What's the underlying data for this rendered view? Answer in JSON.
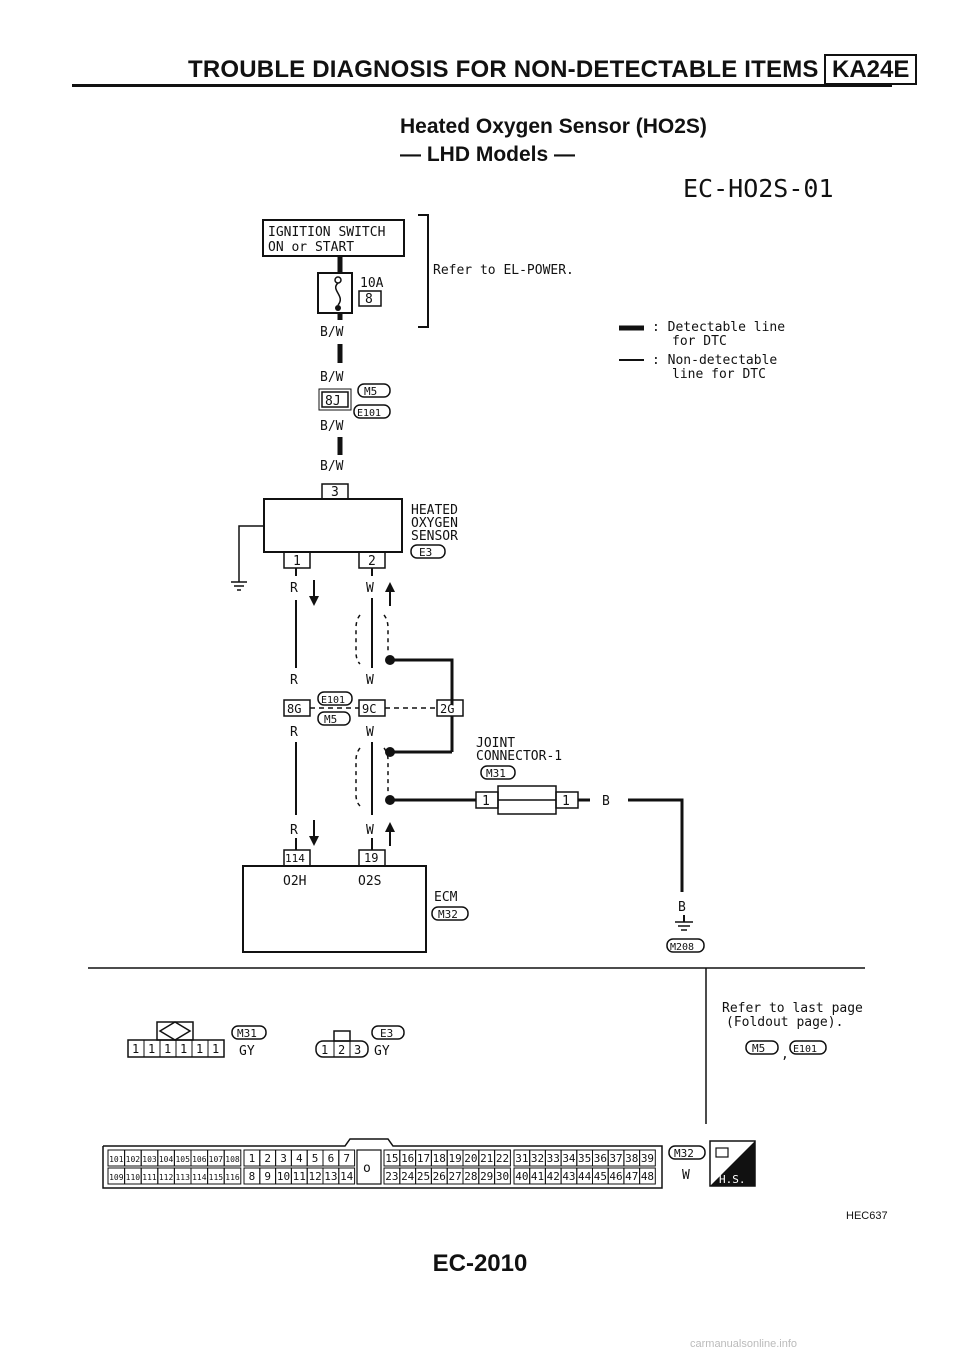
{
  "header": {
    "title": "TROUBLE DIAGNOSIS FOR NON-DETECTABLE ITEMS",
    "model": "KA24E"
  },
  "diagram_title": {
    "line1": "Heated Oxygen Sensor (HO2S)",
    "line2": "— LHD Models —"
  },
  "diagram_code": "EC-HO2S-01",
  "ignition": {
    "line1": "IGNITION SWITCH",
    "line2": "ON or START",
    "fuse_amp": "10A",
    "fuse_no": "8",
    "refer": "Refer to EL-POWER."
  },
  "legend": {
    "detectable_1": ": Detectable line",
    "detectable_2": "for DTC",
    "non_detectable_1": ": Non-detectable",
    "non_detectable_2": "line for DTC"
  },
  "wires": {
    "bw": "B/W",
    "r": "R",
    "w": "W",
    "b": "B"
  },
  "connectors": {
    "m5": "M5",
    "e101": "E101",
    "e3": "E3",
    "m31": "M31",
    "m32": "M32",
    "m208": "M208",
    "pin_8j": "8J",
    "pin_3": "3",
    "pin_1": "1",
    "pin_2": "2",
    "pin_8g": "8G",
    "pin_9c": "9C",
    "pin_2g": "2G",
    "pin_114": "114",
    "pin_19": "19",
    "joint_pin_1": "1",
    "joint_pin_2": "1"
  },
  "sensor": {
    "line1": "HEATED",
    "line2": "OXYGEN",
    "line3": "SENSOR"
  },
  "joint": {
    "line1": "JOINT",
    "line2": "CONNECTOR-1"
  },
  "ecm": {
    "label": "ECM",
    "o2h": "O2H",
    "o2s": "O2S"
  },
  "bottom": {
    "m31_pins": [
      "1",
      "1",
      "1",
      "1",
      "1",
      "1"
    ],
    "m31_color": "GY",
    "e3_pins": [
      "1",
      "2",
      "3"
    ],
    "e3_color": "GY",
    "refer_1": "Refer to last page",
    "refer_2": "(Foldout page).",
    "comma": ",",
    "ecm_top": [
      "101",
      "102",
      "103",
      "104",
      "105",
      "106",
      "107",
      "108",
      "1",
      "2",
      "3",
      "4",
      "5",
      "6",
      "7",
      "15",
      "16",
      "17",
      "18",
      "19",
      "20",
      "21",
      "22",
      "31",
      "32",
      "33",
      "34",
      "35",
      "36",
      "37",
      "38",
      "39"
    ],
    "ecm_bottom": [
      "109",
      "110",
      "111",
      "112",
      "113",
      "114",
      "115",
      "116",
      "8",
      "9",
      "10",
      "11",
      "12",
      "13",
      "14",
      "23",
      "24",
      "25",
      "26",
      "27",
      "28",
      "29",
      "30",
      "40",
      "41",
      "42",
      "43",
      "44",
      "45",
      "46",
      "47",
      "48"
    ],
    "ecm_center": "o",
    "m32_color": "W",
    "hs": "H.S."
  },
  "figure_code": "HEC637",
  "page_number": "EC-2010",
  "watermark": "carmanualsonline.info"
}
